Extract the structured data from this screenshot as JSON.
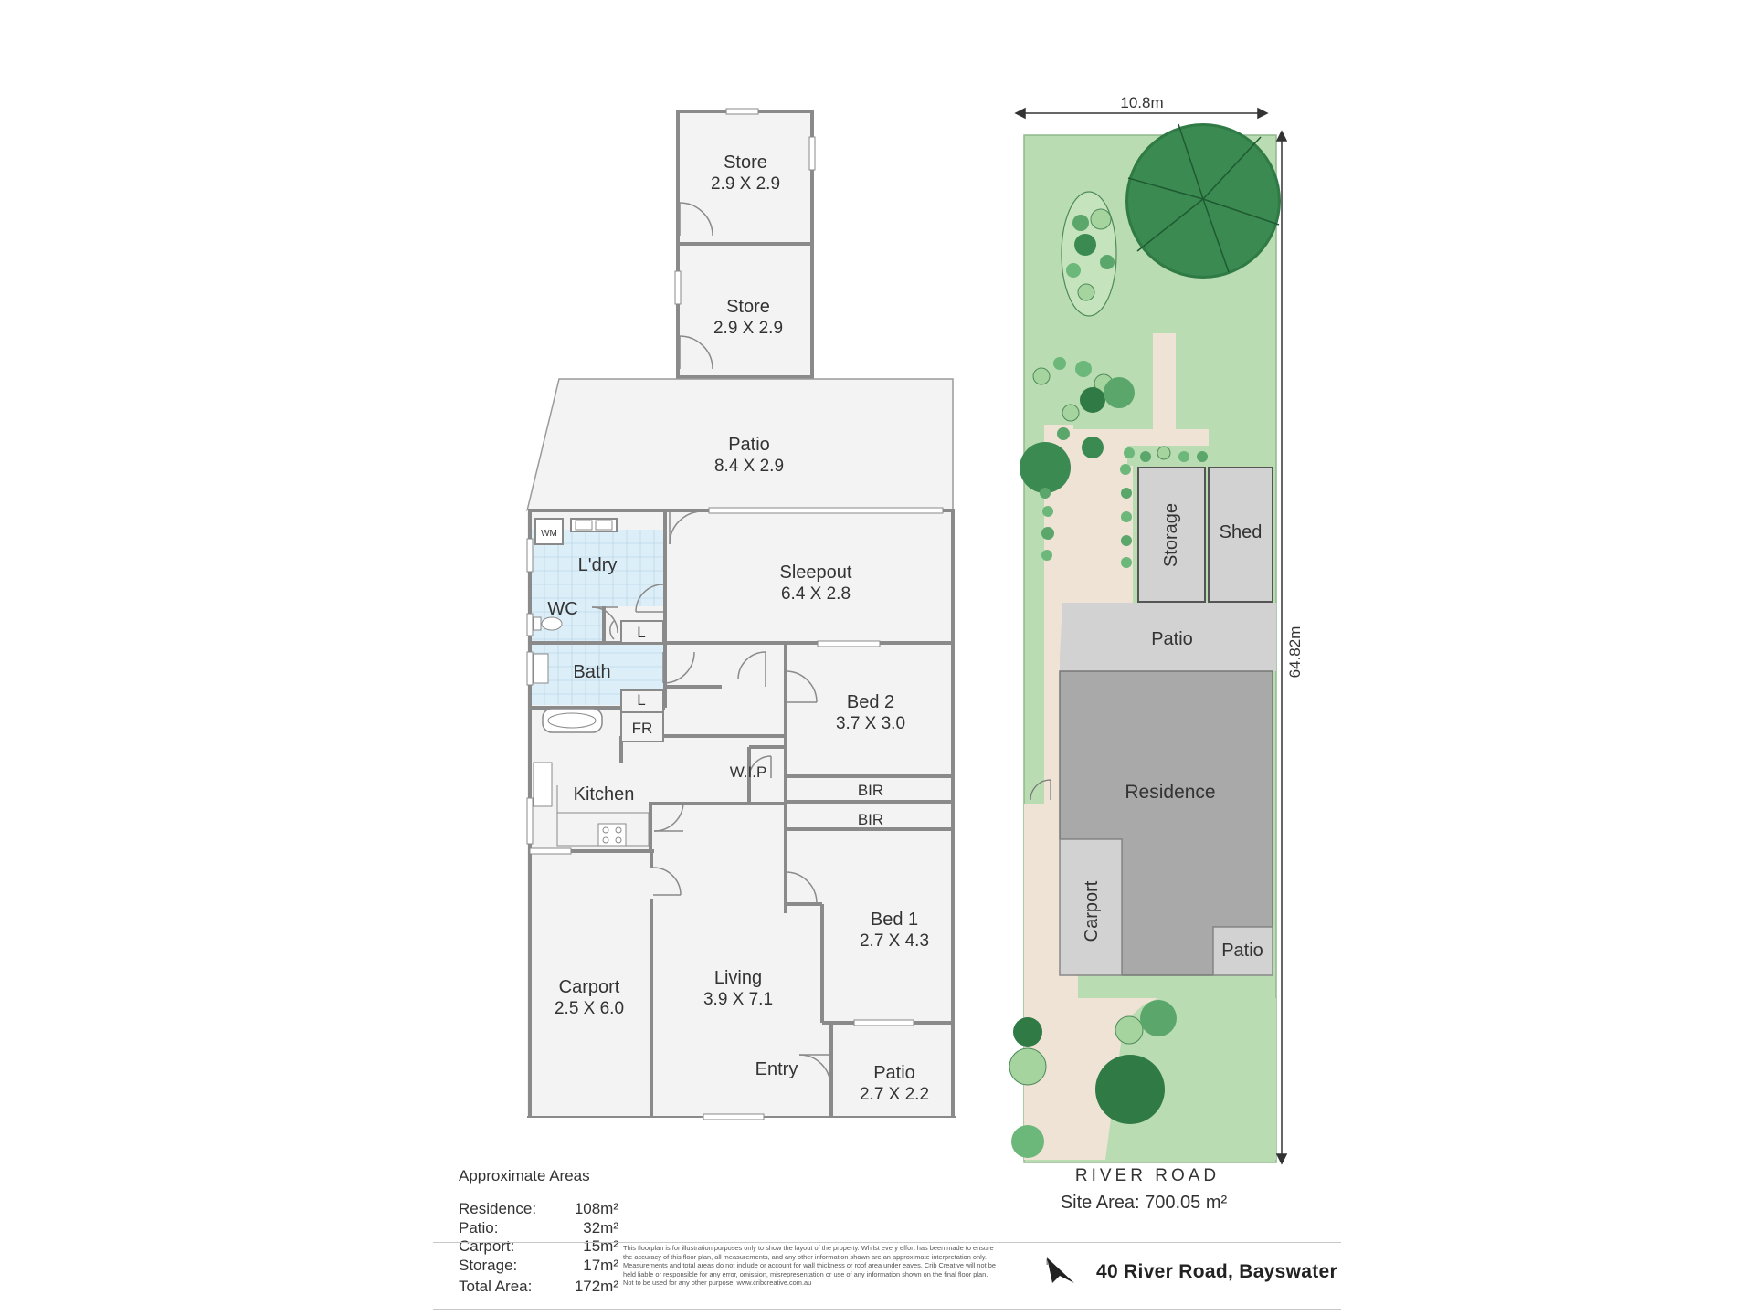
{
  "floorplan": {
    "rooms": {
      "store_top": {
        "name": "Store",
        "dims": "2.9 X 2.9"
      },
      "store_bottom": {
        "name": "Store",
        "dims": "2.9 X 2.9"
      },
      "patio_main": {
        "name": "Patio",
        "dims": "8.4 X 2.9"
      },
      "laundry": {
        "name": "L'dry"
      },
      "washing_machine": {
        "name": "WM"
      },
      "wc": {
        "name": "WC"
      },
      "bath": {
        "name": "Bath"
      },
      "linen_1": {
        "name": "L"
      },
      "linen_2": {
        "name": "L"
      },
      "fridge": {
        "name": "FR"
      },
      "sleepout": {
        "name": "Sleepout",
        "dims": "6.4 X 2.8"
      },
      "bed2": {
        "name": "Bed 2",
        "dims": "3.7 X 3.0"
      },
      "wip": {
        "name": "W.I.P"
      },
      "bir_upper": {
        "name": "BIR"
      },
      "bir_lower": {
        "name": "BIR"
      },
      "kitchen": {
        "name": "Kitchen"
      },
      "bed1": {
        "name": "Bed 1",
        "dims": "2.7 X 4.3"
      },
      "carport": {
        "name": "Carport",
        "dims": "2.5 X 6.0"
      },
      "living": {
        "name": "Living",
        "dims": "3.9 X 7.1"
      },
      "entry": {
        "name": "Entry"
      },
      "patio_front": {
        "name": "Patio",
        "dims": "2.7 X 2.2"
      }
    }
  },
  "site_plan": {
    "width_label": "10.8m",
    "length_label": "64.82m",
    "street": "RIVER ROAD",
    "site_area": "Site Area: 700.05 m²",
    "labels": {
      "storage": "Storage",
      "shed": "Shed",
      "patio_rear": "Patio",
      "residence": "Residence",
      "carport": "Carport",
      "patio_front": "Patio"
    },
    "colors": {
      "lawn": "#b9dcb2",
      "paving": "#efe3d5",
      "building": "#a9a9a9",
      "outbuilding": "#d2d2d2",
      "tree_dark": "#2f7a45"
    }
  },
  "areas": {
    "heading": "Approximate Areas",
    "rows": [
      {
        "label": "Residence:",
        "value": "108m²"
      },
      {
        "label": "Patio:",
        "value": "32m²"
      },
      {
        "label": "Carport:",
        "value": "15m²"
      },
      {
        "label": "Storage:",
        "value": "17m²"
      },
      {
        "label": "Total Area:",
        "value": "172m²"
      }
    ]
  },
  "disclaimer": "This floorplan is for illustration purposes only to show the layout of the property. Whilst every effort has been made to ensure the accuracy of this floor plan, all measurements, and any other information shown are an approximate interpretation only. Measurements and total areas do not include or account for wall thickness or roof area under eaves. Crib Creative will not be held liable or responsible for any error, omission, misrepresentation or use of any information shown on the final floor plan. Not to be used for any other purpose. www.cribcreative.com.au",
  "address": "40 River Road, Bayswater",
  "compass_icon": "north-arrow-icon"
}
